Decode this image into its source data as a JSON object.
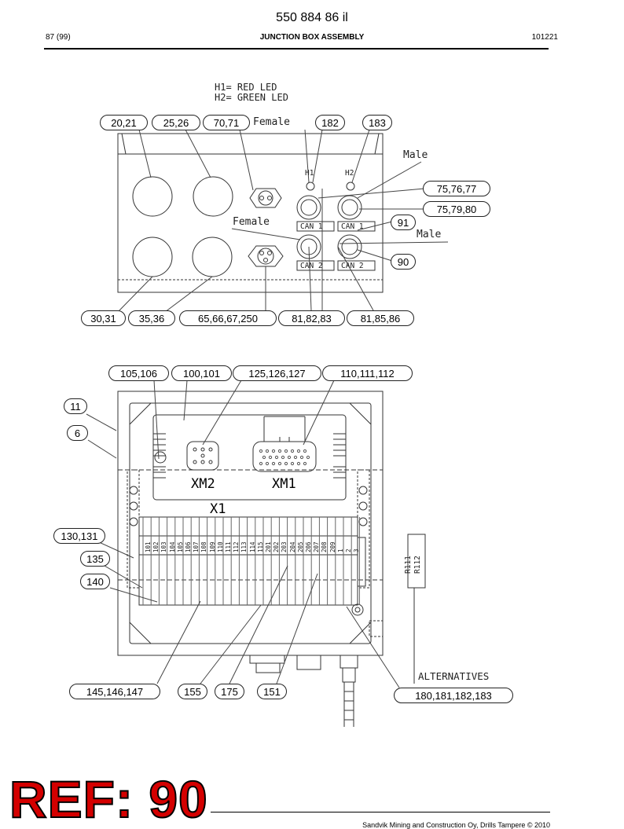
{
  "document": {
    "number": "550 884 86 il",
    "page": "87 (99)",
    "title": "JUNCTION BOX ASSEMBLY",
    "code": "101221",
    "ref_stamp": "REF: 90",
    "footer": "Sandvik Mining and Construction Oy, Drills Tampere © 2010"
  },
  "top_view": {
    "legend": [
      "H1= RED LED",
      "H2= GREEN LED"
    ],
    "text_labels": {
      "female_top": "Female",
      "female_mid": "Female",
      "male_top": "Male",
      "male_mid": "Male",
      "h1": "H1",
      "h2": "H2",
      "can1_left": "CAN 1",
      "can1_right": "CAN 1",
      "can2_left": "CAN 2",
      "can2_right": "CAN 2"
    },
    "callouts": {
      "c20_21": "20,21",
      "c25_26": "25,26",
      "c70_71": "70,71",
      "c182": "182",
      "c183": "183",
      "c75": "75,76,77",
      "c75_79": "75,79,80",
      "c91": "91",
      "c90": "90",
      "c30_31": "30,31",
      "c35_36": "35,36",
      "c65": "65,66,67,250",
      "c81_82": "81,82,83",
      "c81_85": "81,85,86"
    }
  },
  "bottom_view": {
    "labels": {
      "xm2": "XM2",
      "xm1": "XM1",
      "x1": "X1",
      "alternatives": "ALTERNATIVES",
      "r112": "R112",
      "r111": "R111"
    },
    "callouts": {
      "c105": "105,106",
      "c100": "100,101",
      "c125": "125,126,127",
      "c110": "110,111,112",
      "c11": "11",
      "c6": "6",
      "c130": "130,131",
      "c135": "135",
      "c140": "140",
      "c145": "145,146,147",
      "c155": "155",
      "c175": "175",
      "c151": "151",
      "c180": "180,181,182,183"
    },
    "terminal_numbers": [
      "101",
      "102",
      "103",
      "104",
      "105",
      "106",
      "107",
      "108",
      "109",
      "110",
      "111",
      "112",
      "113",
      "114",
      "115",
      "201",
      "202",
      "203",
      "204",
      "205",
      "206",
      "207",
      "208",
      "209",
      "1",
      "2",
      "3"
    ]
  }
}
